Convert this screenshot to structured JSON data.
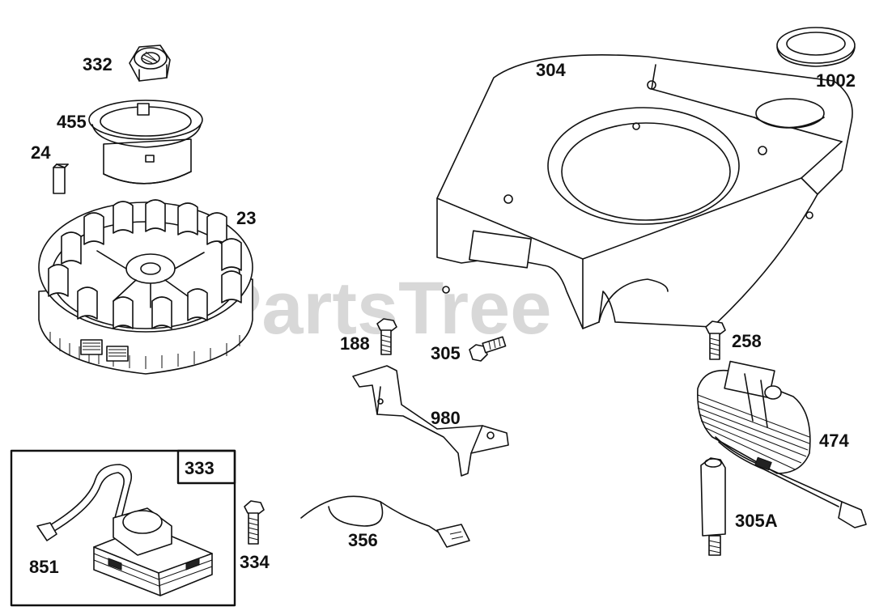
{
  "watermark": "PartsTree",
  "inset_box": {
    "title": "333"
  },
  "parts": [
    {
      "id": "p332",
      "label": "332"
    },
    {
      "id": "p455",
      "label": "455"
    },
    {
      "id": "p24",
      "label": "24"
    },
    {
      "id": "p23",
      "label": "23"
    },
    {
      "id": "p304",
      "label": "304"
    },
    {
      "id": "p1002",
      "label": "1002"
    },
    {
      "id": "p188",
      "label": "188"
    },
    {
      "id": "p305",
      "label": "305"
    },
    {
      "id": "p258",
      "label": "258"
    },
    {
      "id": "p980",
      "label": "980"
    },
    {
      "id": "p474",
      "label": "474"
    },
    {
      "id": "p851",
      "label": "851"
    },
    {
      "id": "p334",
      "label": "334"
    },
    {
      "id": "p356",
      "label": "356"
    },
    {
      "id": "p305A",
      "label": "305A"
    }
  ]
}
